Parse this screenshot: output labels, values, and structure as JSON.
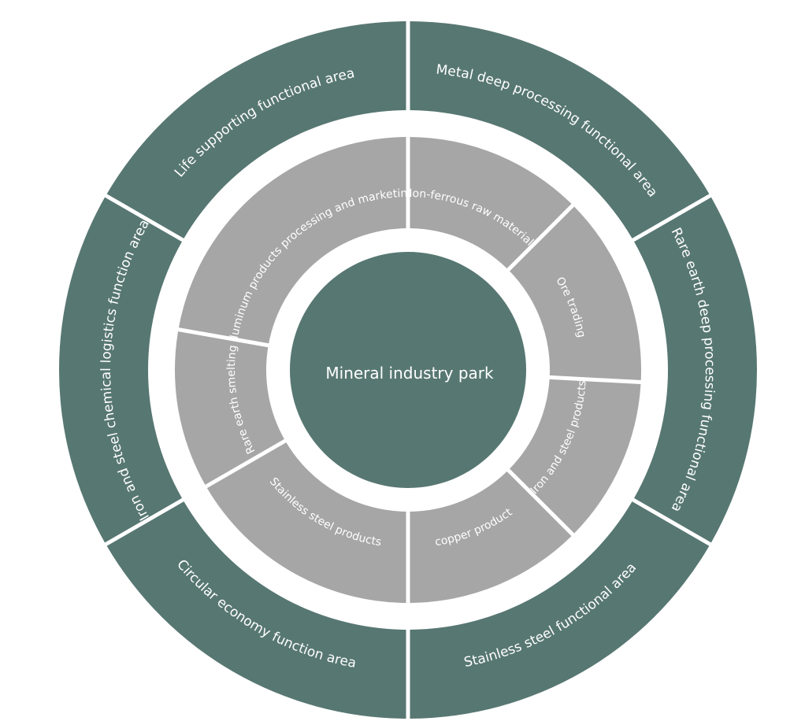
{
  "center": {
    "label": "Mineral industry park",
    "color": "#577772"
  },
  "outer_ring": {
    "color": "#577772",
    "segments": [
      {
        "label": "Metal deep processing functional area",
        "start_deg": 0,
        "end_deg": 60
      },
      {
        "label": "Rare earth deep processing functional area",
        "start_deg": 60,
        "end_deg": 120
      },
      {
        "label": "Stainless steel functional area",
        "start_deg": 120,
        "end_deg": 180
      },
      {
        "label": "Circular economy function area",
        "start_deg": 180,
        "end_deg": 240
      },
      {
        "label": "Iron and steel chemical logistics function area",
        "start_deg": 240,
        "end_deg": 300
      },
      {
        "label": "Life supporting functional area",
        "start_deg": 300,
        "end_deg": 360
      }
    ]
  },
  "inner_ring": {
    "color": "#a6a6a6",
    "segments": [
      {
        "label": "Non-ferrous raw materials",
        "start_deg": 0,
        "end_deg": 45
      },
      {
        "label": "Ore trading",
        "start_deg": 45,
        "end_deg": 93
      },
      {
        "label": "Iron and steel products",
        "start_deg": 93,
        "end_deg": 135
      },
      {
        "label": "copper product",
        "start_deg": 135,
        "end_deg": 180
      },
      {
        "label": "Stainless steel products",
        "start_deg": 180,
        "end_deg": 240
      },
      {
        "label": "Rare earth smelting",
        "start_deg": 240,
        "end_deg": 280
      },
      {
        "label": "Aluminum products processing and marketing",
        "start_deg": 280,
        "end_deg": 360
      }
    ]
  }
}
